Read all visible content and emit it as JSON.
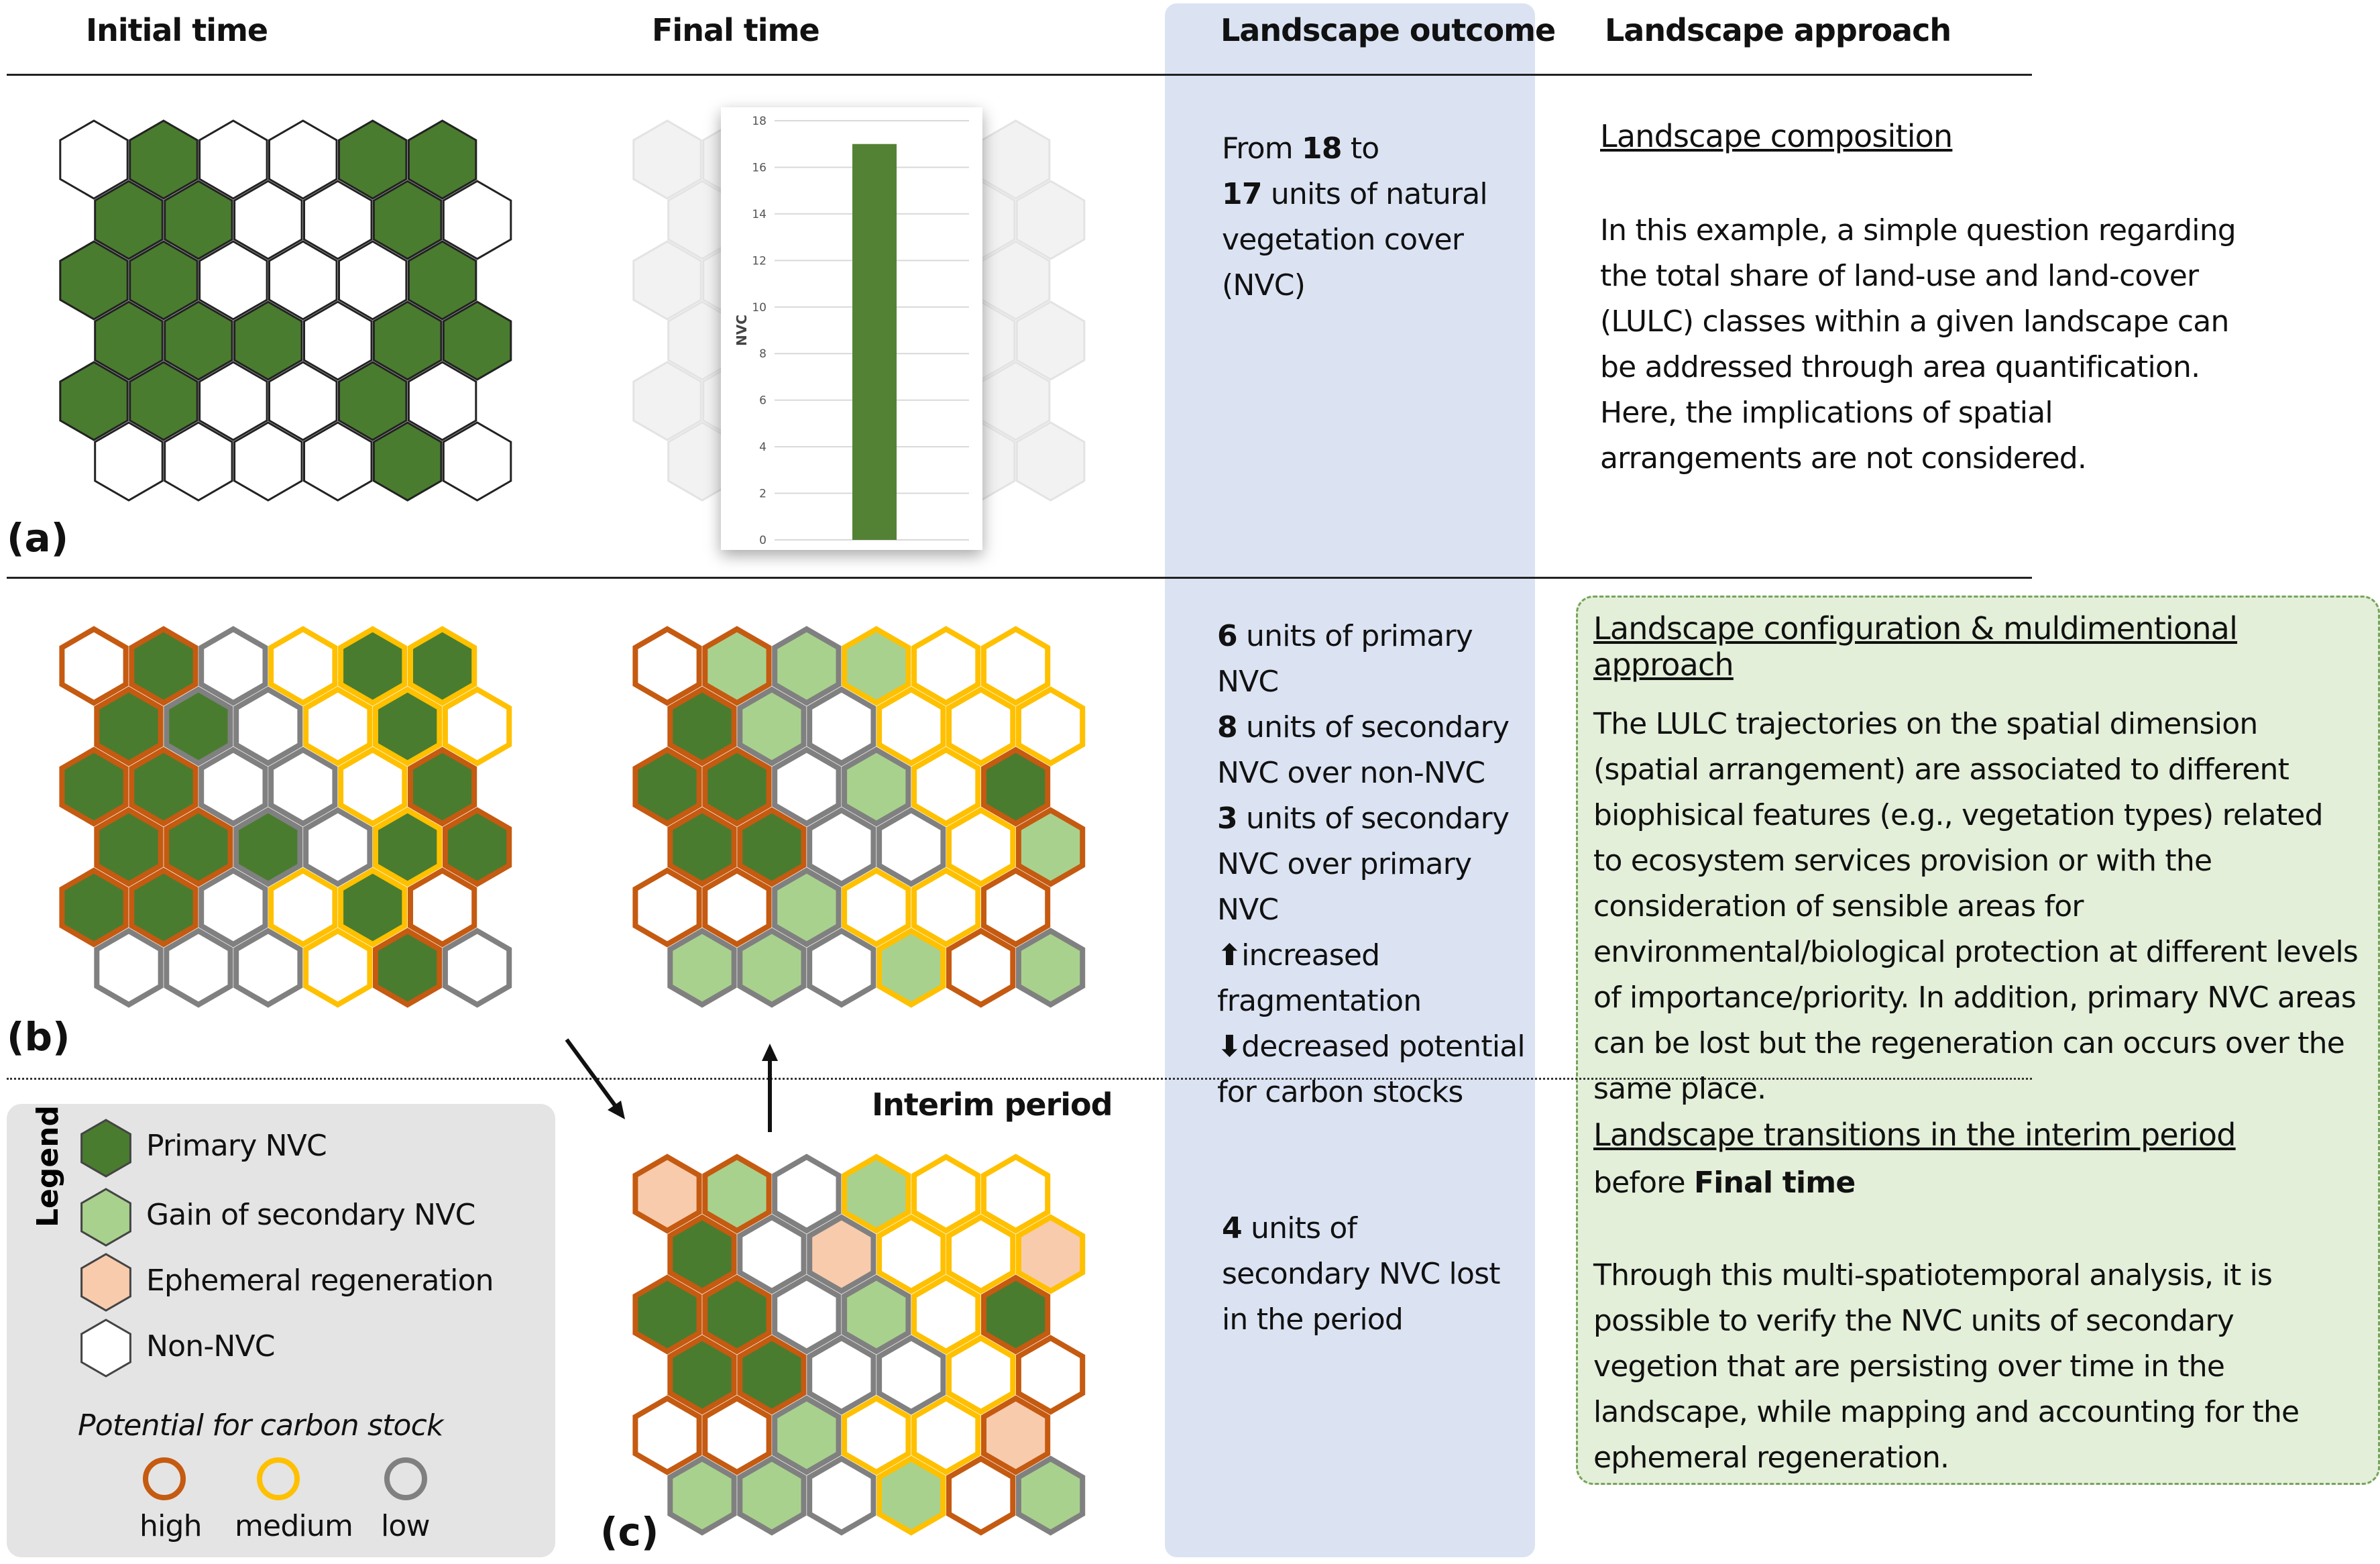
{
  "headers": {
    "initial_time": "Initial time",
    "final_time": "Final time",
    "landscape_outcome": "Landscape outcome",
    "landscape_approach": "Landscape approach"
  },
  "panel_labels": {
    "a": "(a)",
    "b": "(b)",
    "c": "(c)"
  },
  "interim_label": "Interim period",
  "colors": {
    "primary_nvc": "#4a7c2f",
    "secondary_nvc": "#a9d18e",
    "ephemeral": "#f8cbad",
    "non_nvc": "#ffffff",
    "high": "#c55a11",
    "medium": "#ffc000",
    "low": "#808080",
    "outline_a": "#222222",
    "bar": "#548235"
  },
  "row_a": {
    "outcome": {
      "p1": "From ",
      "n1": "18",
      "p2": " to",
      "n2": "17",
      "p3": " units of natural vegetation cover (NVC)"
    },
    "approach": {
      "title": "Landscape composition",
      "body": "In this example, a simple question regarding the total share of land-use and land-cover (LULC) classes within a given landscape can be addressed through area quantification. Here, the implications of spatial arrangements are not considered."
    }
  },
  "chart_data": {
    "type": "bar",
    "categories": [
      ""
    ],
    "values": [
      17
    ],
    "title": "",
    "xlabel": "",
    "ylabel": "NVC",
    "ylim": [
      0,
      18
    ],
    "yticks": [
      "0",
      "2",
      "4",
      "6",
      "8",
      "10",
      "12",
      "14",
      "16",
      "18"
    ],
    "grid": true,
    "legend": "none"
  },
  "row_b": {
    "outcome": {
      "n1": "6",
      "t1": " units of primary NVC",
      "n2": "8",
      "t2": " units of secondary NVC over non-NVC",
      "n3": "3",
      "t3": " units of secondary NVC over primary NVC",
      "up": "increased fragmentation",
      "down": "decreased potential for carbon stocks"
    },
    "approach": {
      "title": "Landscape configuration & muldimentional approach",
      "body": "The LULC trajectories on the spatial dimension (spatial arrangement) are associated to different biophisical features (e.g., vegetation types) related to ecosystem services provision or with the consideration of sensible areas for environmental/biological protection at different levels of importance/priority. In addition, primary NVC areas can be lost but the regeneration can occurs over the same place."
    }
  },
  "row_c": {
    "outcome": {
      "n1": "4",
      "t1": " units of secondary NVC lost in the period"
    },
    "approach": {
      "title": "Landscape transitions in the interim period",
      "before": "before ",
      "before_bold": "Final time",
      "body": "Through this multi-spatiotemporal analysis, it is possible to verify the NVC units of secondary vegetion that are persisting over time in the landscape, while mapping and accounting for the ephemeral regeneration."
    }
  },
  "legend": {
    "title": "Legend",
    "items": [
      "Primary NVC",
      "Gain of secondary NVC",
      "Ephemeral regeneration",
      "Non-NVC"
    ],
    "carbon_title": "Potential for carbon stock",
    "carbon_levels": [
      "high",
      "medium",
      "low"
    ]
  },
  "grids": {
    "a_initial": [
      "WGWWGG",
      "GGWWGW",
      "GGWWWG",
      "GGGWGG",
      "GGWWGW",
      "WWWWGW"
    ],
    "b_initial": {
      "fill": [
        "WGWWGG",
        "GGWWGW",
        "GGWWWG",
        "GGGWGG",
        "GGWWGW",
        "WWWWGW"
      ],
      "stroke": [
        "HHLMMM",
        "HLLMMM",
        "HHLLMH",
        "HHLLMH",
        "HHLMMH",
        "LLLMHL"
      ]
    },
    "b_final": {
      "fill": [
        "WSSSWW",
        "GSWWWW",
        "GGWSWG",
        "GGWWWS",
        "WWSWWW",
        "SSWSWS"
      ],
      "stroke": [
        "HHLMMM",
        "HLLMMM",
        "HHLLMH",
        "HHLLMH",
        "HHLMMH",
        "LLLMHL"
      ]
    },
    "c_interim": {
      "fill": [
        "ESWSWW",
        "GWEWWE",
        "GGWSWG",
        "GGWWWW",
        "WWSWWE",
        "SSWSWS"
      ],
      "stroke": [
        "HHLMMM",
        "HLLMMM",
        "HHLLMH",
        "HHLLMH",
        "HHLMMH",
        "LLLMHL"
      ]
    }
  }
}
